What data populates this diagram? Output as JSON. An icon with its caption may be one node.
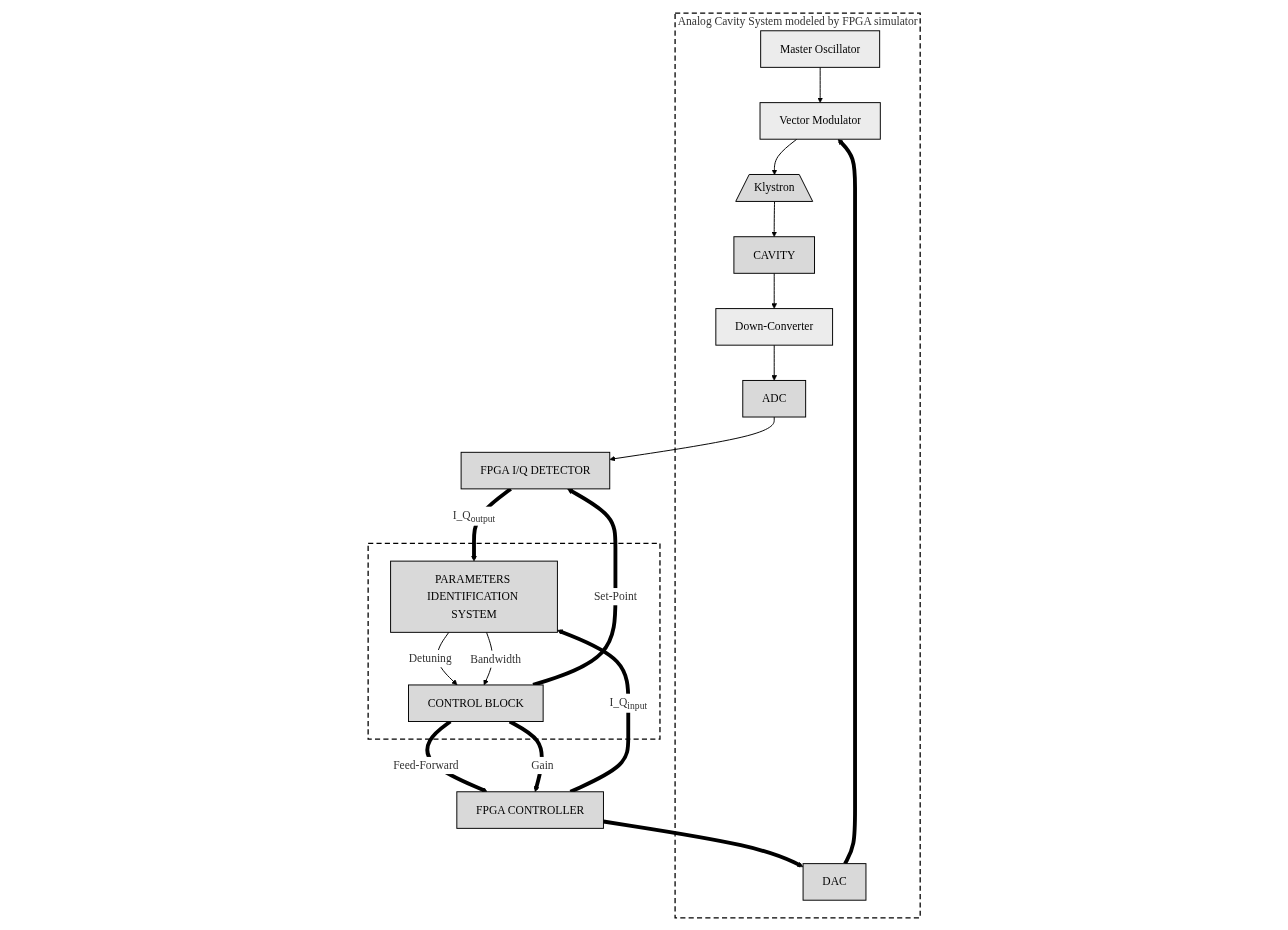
{
  "diagram": {
    "nodes": [
      {
        "text": [
          "Analog Cavity System modeled by FPGA simulator"
        ]
      },
      {
        "text": [
          "Master Oscillator"
        ],
        "in": 0
      },
      {
        "text": [
          "Vector Modulator"
        ],
        "in": 0
      },
      {
        "text": [
          "Klystron"
        ],
        "in": 0
      },
      {
        "text": [
          "CAVITY"
        ],
        "in": 0
      },
      {
        "text": [
          "Down-Converter"
        ],
        "in": 0
      },
      {
        "text": [
          "DAC"
        ],
        "in": 0
      },
      {
        "text": [
          "ADC"
        ],
        "in": 0
      },
      {
        "text": [
          "FPGA CONTROLLER"
        ]
      },
      {
        "text": [
          "FPGA I/Q DETECTOR"
        ]
      },
      {
        "text": [],
        "shape": "box"
      },
      {
        "text": [
          "CONTROL BLOCK"
        ],
        "in": 10
      },
      {
        "text": [
          "PARAMETERS IDENTIFICATION SYSTEM"
        ],
        "in": 10
      }
    ],
    "edges": [
      {
        "from": 1,
        "to": 2,
        "arrow": "to"
      },
      {
        "from": 2,
        "to": 3,
        "arrow": "to"
      },
      {
        "from": 3,
        "to": 4,
        "arrow": "to"
      },
      {
        "from": 4,
        "to": 5,
        "arrow": "to"
      },
      {
        "from": 5,
        "to": 7,
        "arrow": "to"
      },
      {
        "from": 6,
        "to": 2,
        "arrow": "to",
        "style": "thick"
      },
      {
        "from": 7,
        "to": 9,
        "arrow": "to"
      },
      {
        "from": 8,
        "to": 6,
        "arrow": "to",
        "style": "thick"
      },
      {
        "from": 8,
        "to": 12,
        "arrow": "to",
        "style": "thick",
        "label": "I_Q$_{input}$"
      },
      {
        "from": 9,
        "to": 12,
        "arrow": "to",
        "style": "thick",
        "label": "I_Q$_{output}$"
      },
      {
        "from": 11,
        "to": 8,
        "arrow": "to",
        "style": "thick",
        "label": "Feed-Forward"
      },
      {
        "from": 11,
        "to": 8,
        "arrow": "to",
        "style": "thick",
        "label": "Gain"
      },
      {
        "from": 11,
        "to": 9,
        "arrow": "to",
        "style": "thick",
        "label": "Set-Point"
      },
      {
        "from": 12,
        "to": 11,
        "arrow": "to",
        "label": "Detuning"
      },
      {
        "from": 12,
        "to": 11,
        "arrow": "to",
        "label": "Bandwidth"
      }
    ]
  }
}
